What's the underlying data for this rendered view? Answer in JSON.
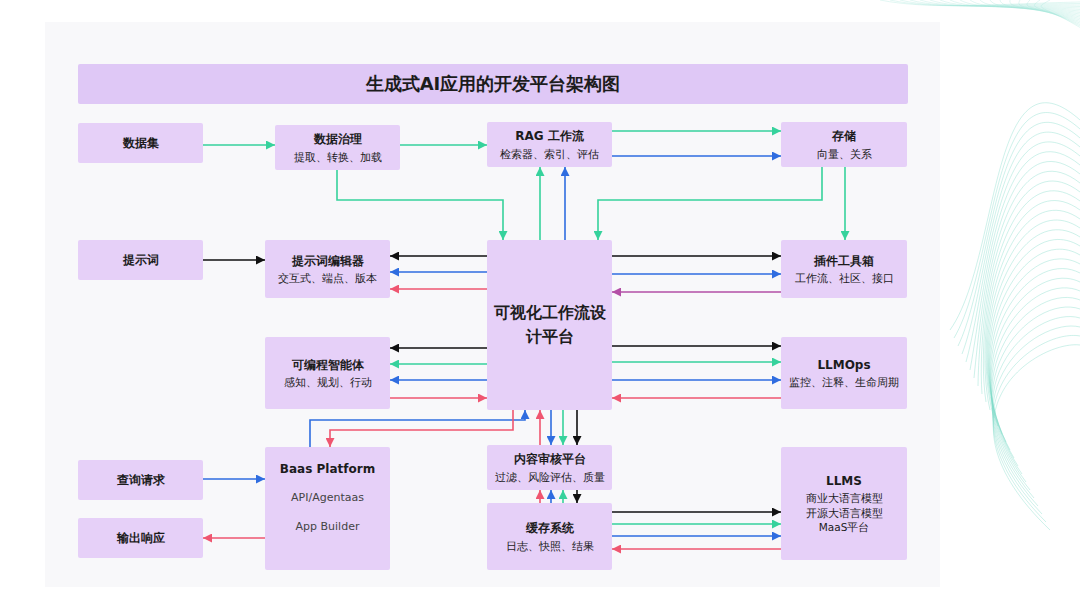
{
  "diagram": {
    "title": "生成式AI应用的开发平台架构图",
    "nodes": [
      {
        "text": [
          "数据集"
        ]
      },
      {
        "text": [
          "数据治理",
          "提取、转换、加载"
        ]
      },
      {
        "text": [
          "RAG 工作流",
          "检索器、索引、评估"
        ]
      },
      {
        "text": [
          "存储",
          "向量、关系"
        ]
      },
      {
        "text": [
          "提示词"
        ]
      },
      {
        "text": [
          "提示词编辑器",
          "交互式、端点、版本"
        ]
      },
      {
        "text": [
          "可视化工作流设计平台"
        ]
      },
      {
        "text": [
          "插件工具箱",
          "工作流、社区、接口"
        ]
      },
      {
        "text": [
          "可编程智能体",
          "感知、规划、行动"
        ]
      },
      {
        "text": [
          "LLMOps",
          "监控、注释、生命周期"
        ]
      },
      {
        "text": [
          "查询请求"
        ]
      },
      {
        "text": [
          "Baas Platform",
          "API/Agentaas",
          "App Builder"
        ]
      },
      {
        "text": [
          "内容审核平台",
          "过滤、风险评估、质量"
        ]
      },
      {
        "text": [
          "输出响应"
        ]
      },
      {
        "text": [
          "缓存系统",
          "日志、快照、结果"
        ]
      },
      {
        "text": [
          "LLMS",
          "商业大语言模型",
          "开源大语言模型",
          "MaaS平台"
        ]
      }
    ],
    "edges": [
      {
        "from": 0,
        "to": 1,
        "arrow": "to"
      },
      {
        "from": 1,
        "to": 2,
        "arrow": "to"
      },
      {
        "from": 2,
        "to": 3,
        "arrow": "to"
      },
      {
        "from": 2,
        "to": 3,
        "arrow": "to"
      },
      {
        "from": 1,
        "to": 6,
        "arrow": "to"
      },
      {
        "from": 6,
        "to": 2,
        "arrow": "to"
      },
      {
        "from": 6,
        "to": 2,
        "arrow": "to"
      },
      {
        "from": 3,
        "to": 6,
        "arrow": "to"
      },
      {
        "from": 3,
        "to": 7,
        "arrow": "to"
      },
      {
        "from": 4,
        "to": 5,
        "arrow": "to"
      },
      {
        "from": 6,
        "to": 5,
        "arrow": "to"
      },
      {
        "from": 6,
        "to": 5,
        "arrow": "to"
      },
      {
        "from": 6,
        "to": 5,
        "arrow": "to"
      },
      {
        "from": 6,
        "to": 7,
        "arrow": "to"
      },
      {
        "from": 6,
        "to": 7,
        "arrow": "to"
      },
      {
        "from": 7,
        "to": 6,
        "arrow": "to"
      },
      {
        "from": 6,
        "to": 8,
        "arrow": "to"
      },
      {
        "from": 6,
        "to": 8,
        "arrow": "to"
      },
      {
        "from": 6,
        "to": 8,
        "arrow": "to"
      },
      {
        "from": 8,
        "to": 6,
        "arrow": "to"
      },
      {
        "from": 6,
        "to": 9,
        "arrow": "to"
      },
      {
        "from": 6,
        "to": 9,
        "arrow": "to"
      },
      {
        "from": 6,
        "to": 9,
        "arrow": "to"
      },
      {
        "from": 9,
        "to": 6,
        "arrow": "to"
      },
      {
        "from": 10,
        "to": 11,
        "arrow": "to"
      },
      {
        "from": 11,
        "to": 13,
        "arrow": "to"
      },
      {
        "from": 11,
        "to": 6,
        "arrow": "to"
      },
      {
        "from": 6,
        "to": 11,
        "arrow": "to"
      },
      {
        "from": 12,
        "to": 6,
        "arrow": "to"
      },
      {
        "from": 6,
        "to": 12,
        "arrow": "to"
      },
      {
        "from": 6,
        "to": 12,
        "arrow": "to"
      },
      {
        "from": 6,
        "to": 12,
        "arrow": "to"
      },
      {
        "from": 14,
        "to": 12,
        "arrow": "to"
      },
      {
        "from": 14,
        "to": 12,
        "arrow": "to"
      },
      {
        "from": 14,
        "to": 12,
        "arrow": "to"
      },
      {
        "from": 12,
        "to": 14,
        "arrow": "to"
      },
      {
        "from": 14,
        "to": 15,
        "arrow": "to"
      },
      {
        "from": 14,
        "to": 15,
        "arrow": "to"
      },
      {
        "from": 14,
        "to": 15,
        "arrow": "to"
      },
      {
        "from": 15,
        "to": 14,
        "arrow": "to"
      }
    ]
  }
}
